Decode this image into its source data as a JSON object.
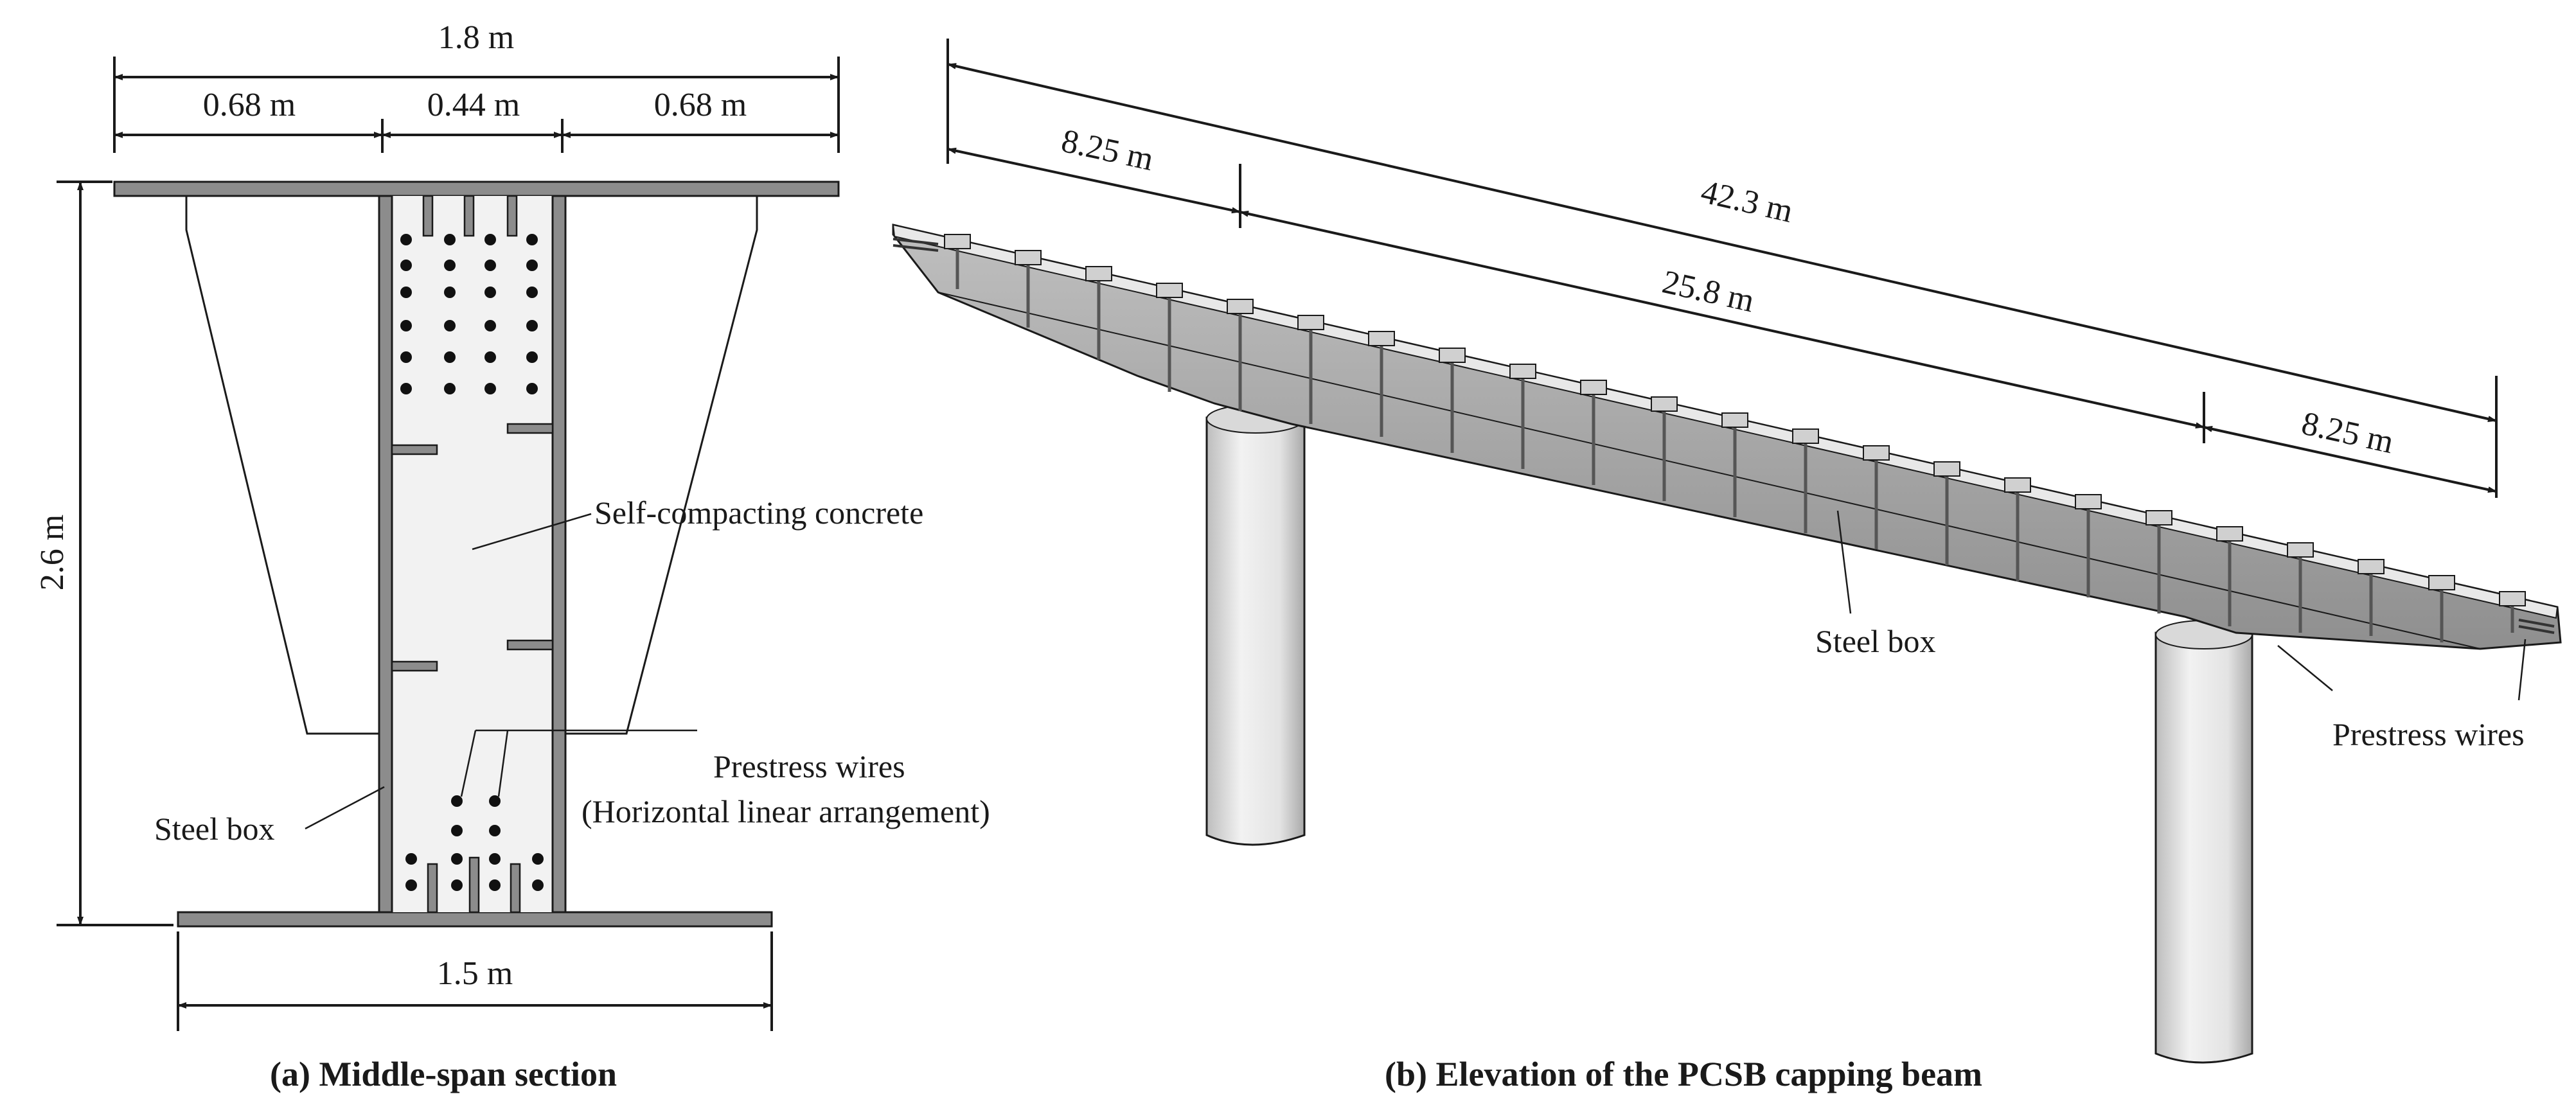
{
  "panel_a": {
    "dims": {
      "total_top": "1.8 m",
      "left_top": "0.68 m",
      "mid_top": "0.44 m",
      "right_top": "0.68 m",
      "height": "2.6 m",
      "bottom": "1.5 m"
    },
    "labels": {
      "concrete": "Self-compacting concrete",
      "wires": "Prestress wires",
      "arrangement": "(Horizontal linear arrangement)",
      "steel_box": "Steel box"
    },
    "caption": "(a) Middle-span section"
  },
  "panel_b": {
    "dims": {
      "total": "42.3 m",
      "left_cantilever": "8.25 m",
      "main_span": "25.8 m",
      "right_cantilever": "8.25 m"
    },
    "labels": {
      "steel_box": "Steel box",
      "wires": "Prestress wires"
    },
    "caption": "(b) Elevation of the PCSB capping beam"
  },
  "colors": {
    "steel": "#8c8c8c",
    "concrete_fill": "#f2f2f2",
    "line": "#1a1a1a",
    "pier": "#e6e6e6"
  }
}
